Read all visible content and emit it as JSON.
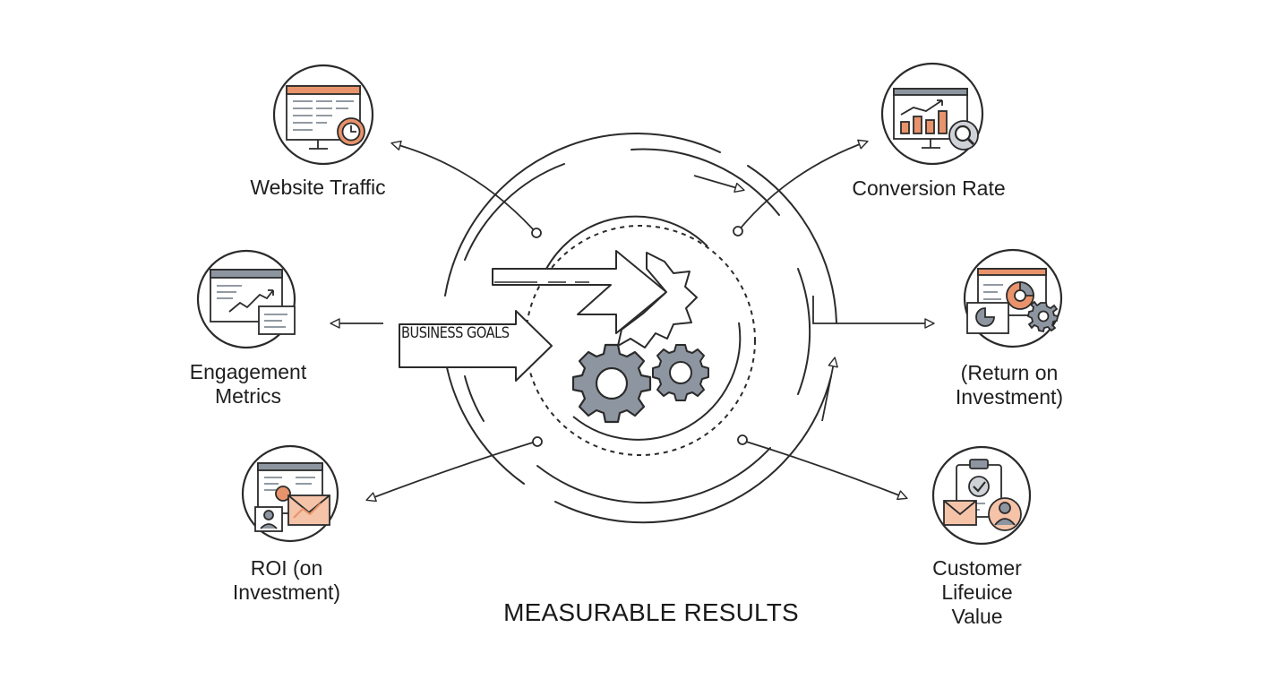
{
  "diagram": {
    "center_label": "BUSINESS GOALS",
    "footer_label": "MEASURABLE RESULTS",
    "colors": {
      "ink": "#2b2b2b",
      "accent": "#e8936b",
      "gear": "#8d95a0",
      "panel": "#6f7884"
    },
    "nodes": [
      {
        "id": "website-traffic",
        "icon": "monitor-clock-icon",
        "lines": [
          "Website Traffic"
        ]
      },
      {
        "id": "engagement-metrics",
        "icon": "chart-window-icon",
        "lines": [
          "Engagement",
          "Metrics"
        ]
      },
      {
        "id": "roi",
        "icon": "report-user-mail-icon",
        "lines": [
          "ROI (on",
          "Investment)"
        ]
      },
      {
        "id": "conversion-rate",
        "icon": "bar-chart-magnifier-icon",
        "lines": [
          "Conversion Rate"
        ]
      },
      {
        "id": "return-on-investment",
        "icon": "pie-chart-gear-icon",
        "lines": [
          "(Return on",
          "Investment)"
        ]
      },
      {
        "id": "customer-lifetime-value",
        "icon": "clipboard-mail-user-icon",
        "lines": [
          "Customer",
          "Lifeuice",
          "Value"
        ]
      }
    ]
  }
}
